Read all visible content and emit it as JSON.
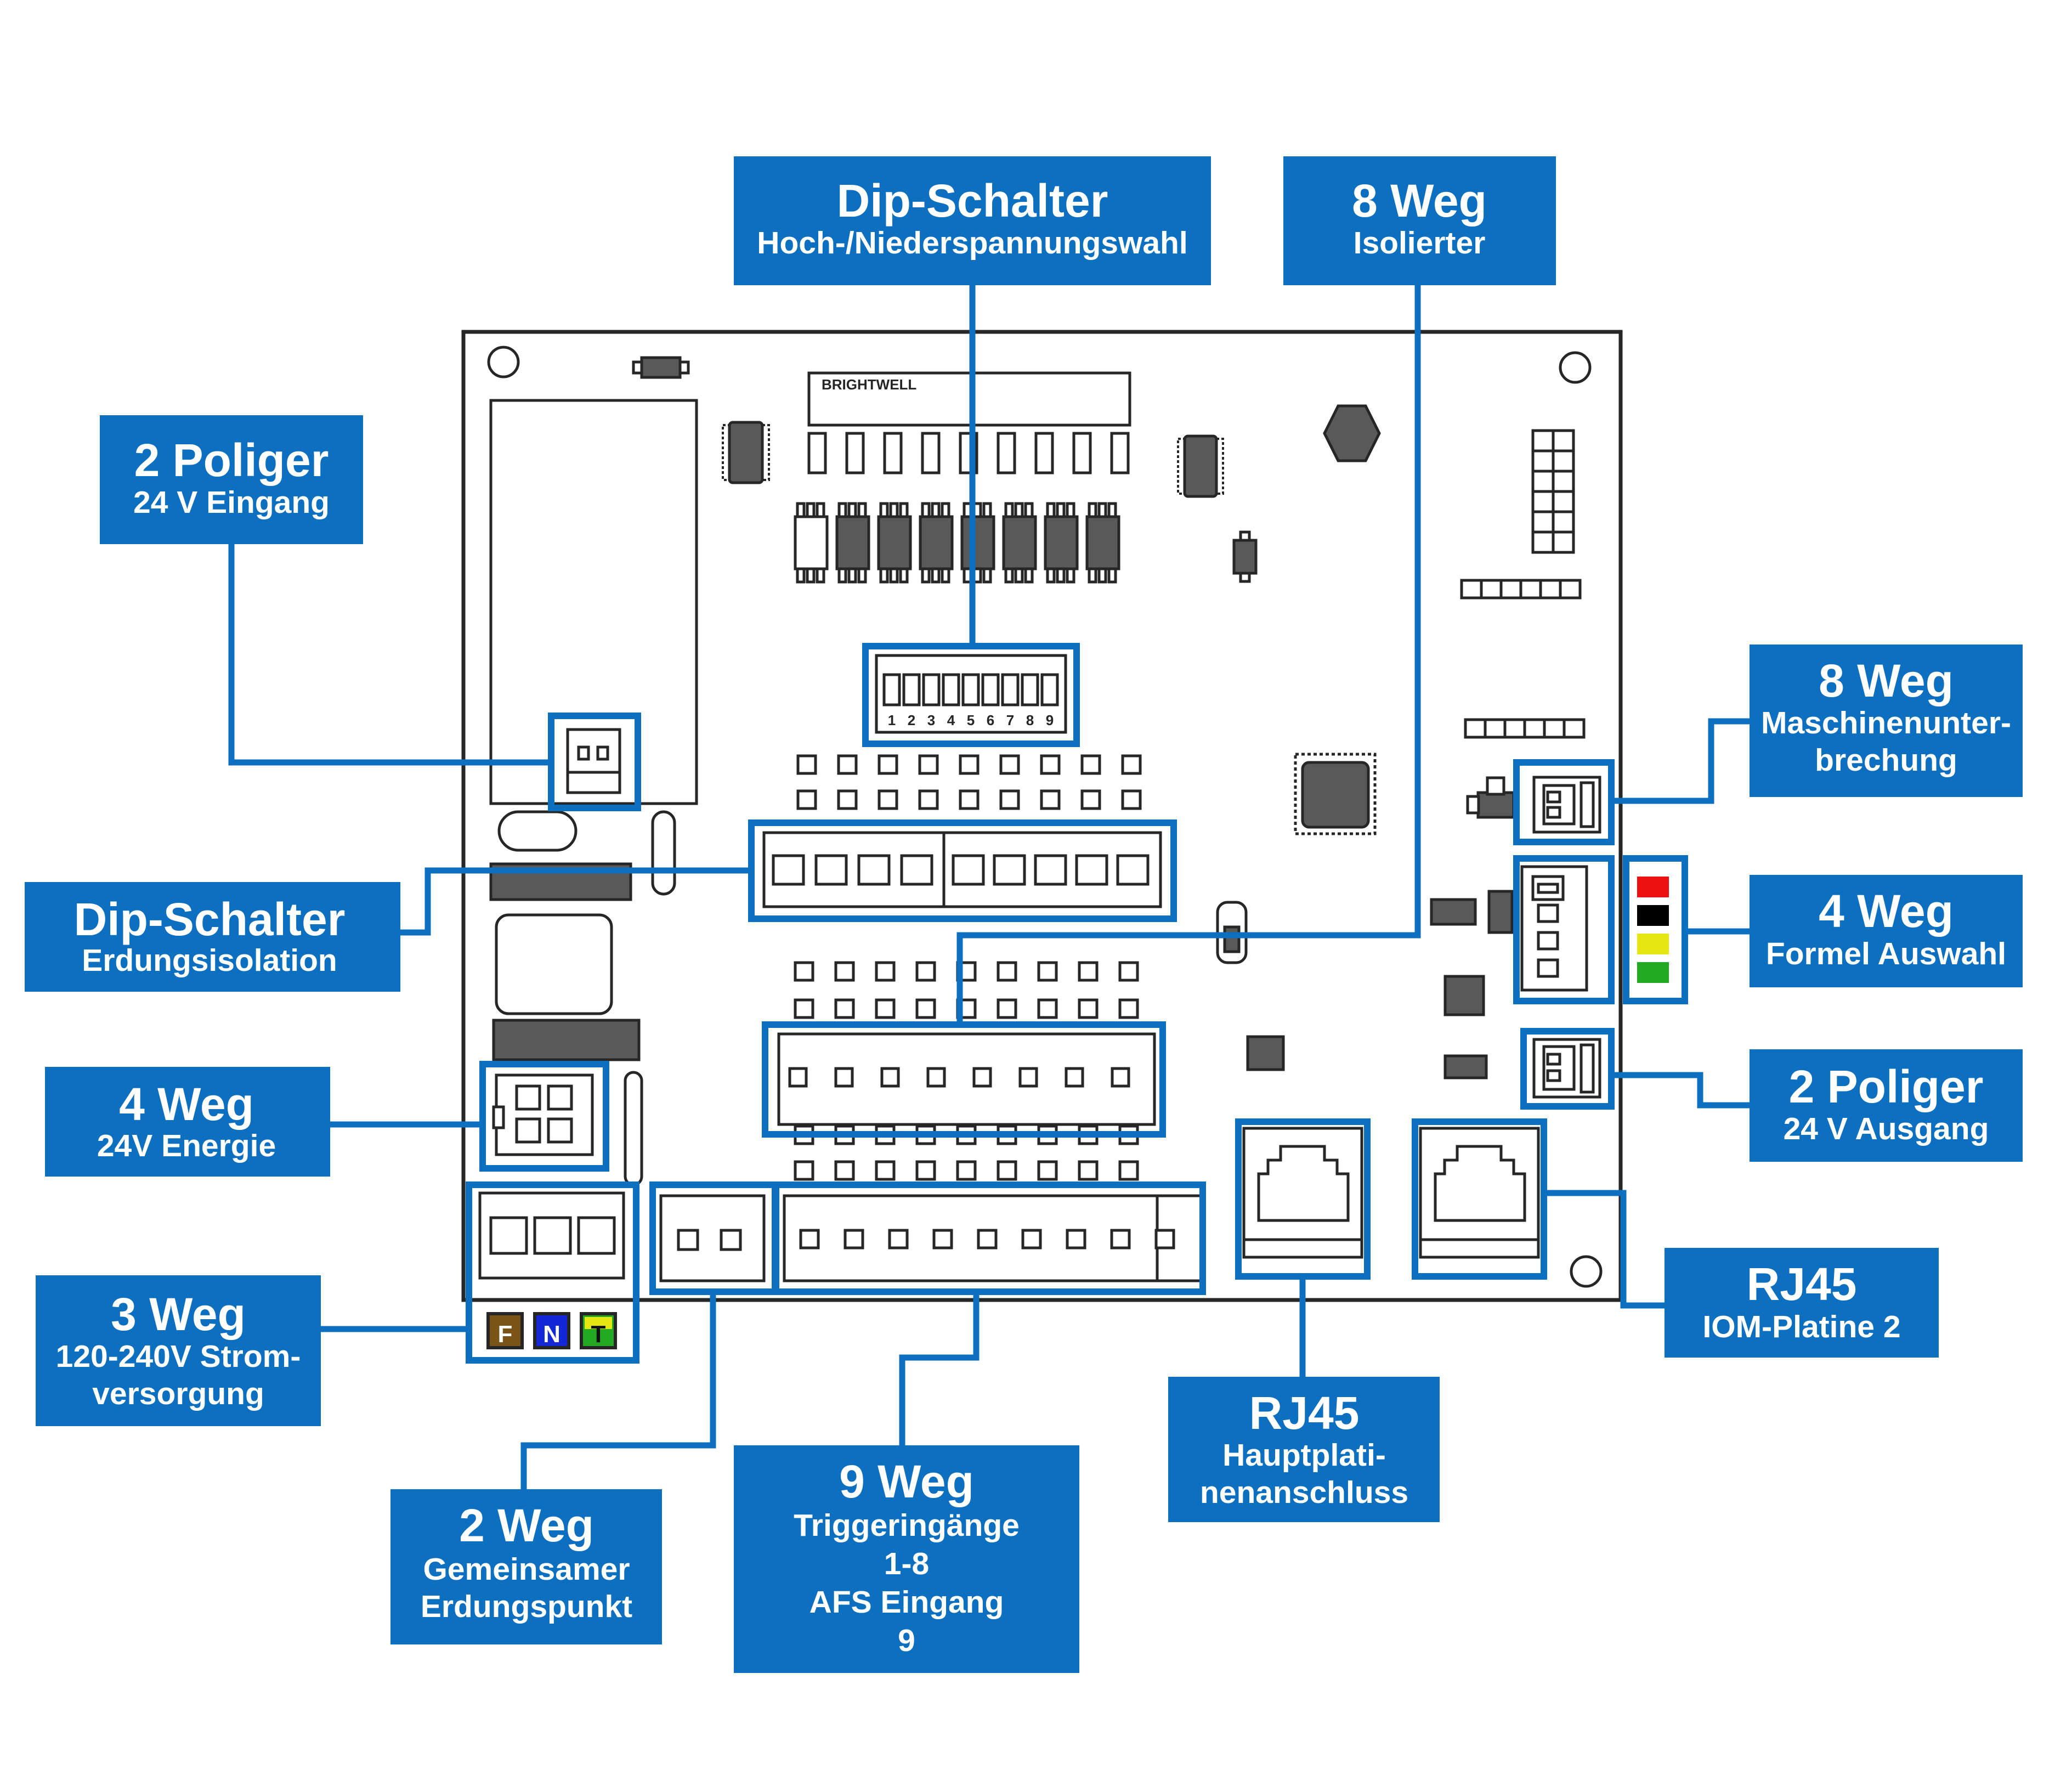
{
  "board": {
    "brand_label": "BRIGHTWELL",
    "dip_numbers": [
      "1",
      "2",
      "3",
      "4",
      "5",
      "6",
      "7",
      "8",
      "9"
    ],
    "power_terminals": [
      "F",
      "N",
      "T"
    ],
    "formula_led_colors": [
      "#ee1111",
      "#000000",
      "#e6e612",
      "#22aa22"
    ],
    "terminal_colors": {
      "F": "#7a5316",
      "N": "#1227d6",
      "T": "#22aa22"
    }
  },
  "labels": {
    "dip_hv": {
      "title": "Dip-Schalter",
      "sub": [
        "Hoch-/Niederspannungswahl"
      ]
    },
    "iso8": {
      "title": "8 Weg",
      "sub": [
        "Isolierter"
      ]
    },
    "in24": {
      "title": "2 Poliger",
      "sub": [
        "24 V Eingang"
      ]
    },
    "dip_earth": {
      "title": "Dip-Schalter",
      "sub": [
        "Erdungsisolation"
      ]
    },
    "energy24": {
      "title": "4 Weg",
      "sub": [
        "24V Energie"
      ]
    },
    "mains": {
      "title": "3 Weg",
      "sub": [
        "120-240V Strom-",
        "versorgung"
      ]
    },
    "ground2": {
      "title": "2 Weg",
      "sub": [
        "Gemeinsamer",
        "Erdungspunkt"
      ]
    },
    "trigger9": {
      "title": "9 Weg",
      "sub": [
        "Triggeringänge",
        "1-8",
        "AFS Eingang",
        "9"
      ]
    },
    "rj45main": {
      "title": "RJ45",
      "sub": [
        "Hauptplati-",
        "nenanschluss"
      ]
    },
    "rj45iom": {
      "title": "RJ45",
      "sub": [
        "IOM-Platine 2"
      ]
    },
    "out24": {
      "title": "2 Poliger",
      "sub": [
        "24 V Ausgang"
      ]
    },
    "formula4": {
      "title": "4 Weg",
      "sub": [
        "Formel Auswahl"
      ]
    },
    "machine8": {
      "title": "8 Weg",
      "sub": [
        "Maschinenunter-",
        "brechung"
      ]
    }
  }
}
